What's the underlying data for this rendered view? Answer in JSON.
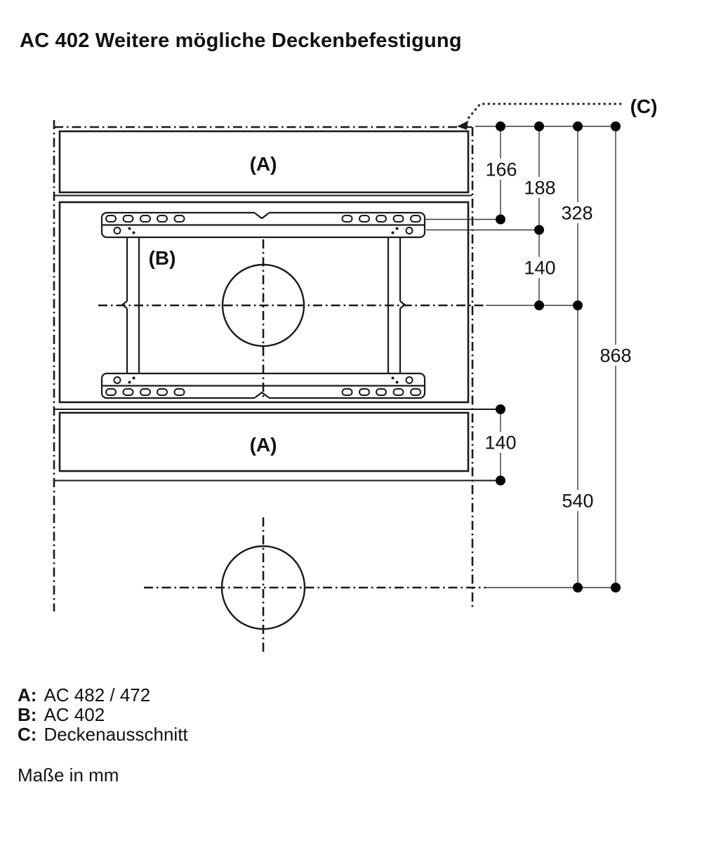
{
  "title": "AC 402 Weitere mögliche Deckenbefestigung",
  "diagram": {
    "part_labels": {
      "a_top": "(A)",
      "b": "(B)",
      "a_bottom": "(A)",
      "c": "(C)"
    },
    "dimensions_mm": {
      "top_edge_to_slot_row": "166",
      "top_edge_to_hole_row": "188",
      "top_edge_to_center": "328",
      "hole_row_to_center": "140",
      "total_height": "868",
      "unit_a_depth": "140",
      "center_to_lower_center": "540"
    }
  },
  "legend": {
    "items": [
      {
        "key": "A:",
        "label": "AC 482 / 472"
      },
      {
        "key": "B:",
        "label": "AC 402"
      },
      {
        "key": "C:",
        "label": "Deckenausschnitt"
      }
    ],
    "note": "Maße in mm"
  }
}
